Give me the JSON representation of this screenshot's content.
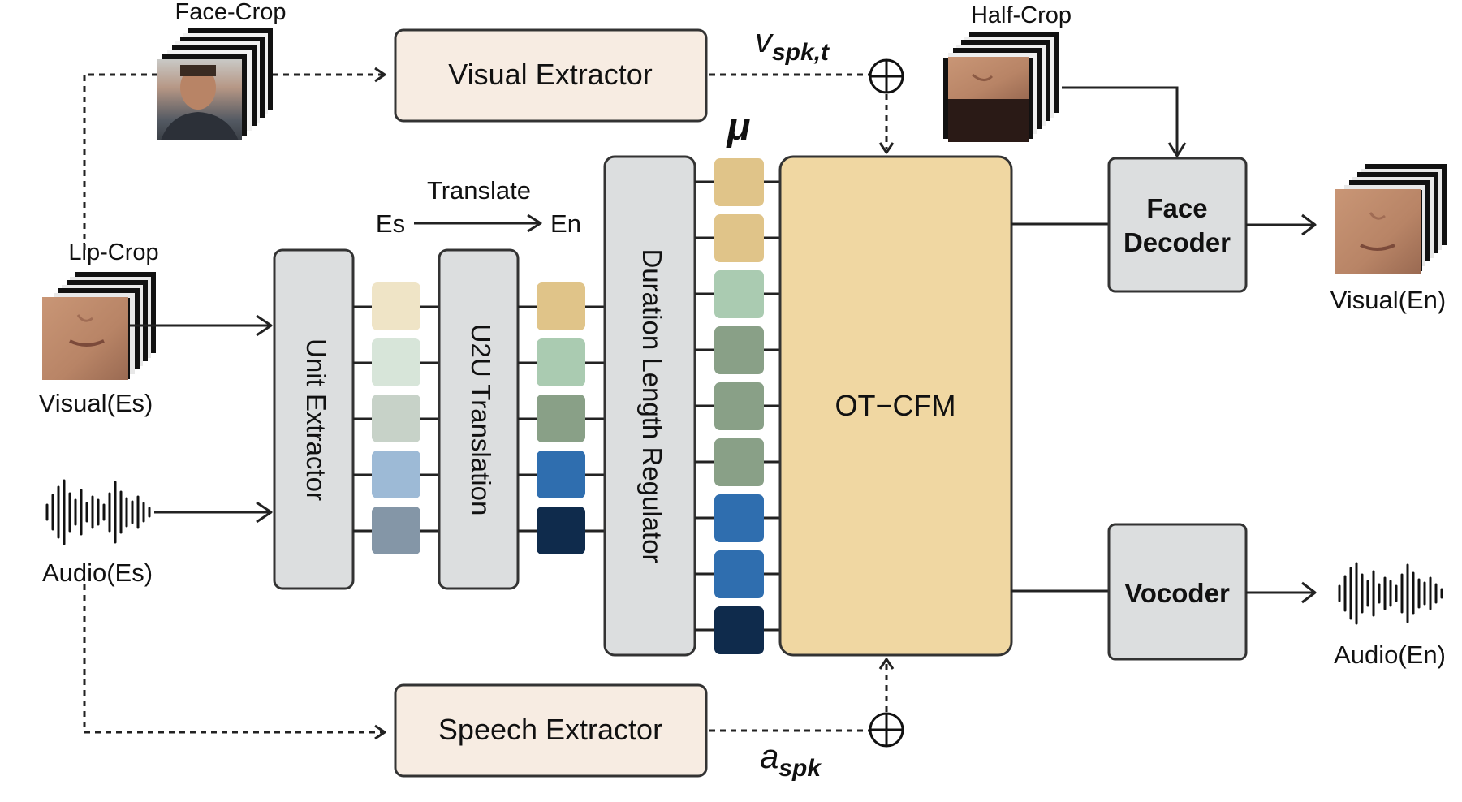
{
  "labels": {
    "face_crop": "Face-Crop",
    "half_crop": "Half-Crop",
    "lip_crop": "Lip-Crop",
    "visual_es": "Visual(Es)",
    "audio_es": "Audio(Es)",
    "visual_en": "Visual(En)",
    "audio_en": "Audio(En)",
    "translate": "Translate",
    "src_lang": "Es",
    "tgt_lang": "En"
  },
  "blocks": {
    "visual_extractor": "Visual Extractor",
    "speech_extractor": "Speech Extractor",
    "unit_extractor": "Unit Extractor",
    "u2u_translation": "U2U Translation",
    "duration_regulator": "Duration Length Regulator",
    "ot_cfm": "OT−CFM",
    "face_decoder_line1": "Face",
    "face_decoder_line2": "Decoder",
    "vocoder": "Vocoder"
  },
  "symbols": {
    "mu": "μ",
    "v_main": "v",
    "v_sub": "spk,t",
    "a_main": "a",
    "a_sub": "spk",
    "plus": "⊕"
  },
  "colors": {
    "extractor_fill": "#f7ece2",
    "gray_block": "#dcdedf",
    "otcfm_fill": "#f0d7a2",
    "unit_src": [
      "#efe4c6",
      "#d7e5d9",
      "#c7d2c8",
      "#9dbad6",
      "#8496a7"
    ],
    "unit_tgt": [
      "#e0c489",
      "#aacbb1",
      "#89a087",
      "#2f6eaf",
      "#0f2b4c"
    ],
    "unit_dur": [
      "#e0c489",
      "#e0c489",
      "#aacbb1",
      "#89a087",
      "#89a087",
      "#89a087",
      "#2f6eaf",
      "#2f6eaf",
      "#0f2b4c"
    ]
  },
  "icons": {
    "face_frames": "face-photo-stack",
    "lip_frames": "lip-photo-stack",
    "half_frames": "half-face-photo-stack",
    "audio_in": "waveform-icon",
    "audio_out": "waveform-icon"
  }
}
